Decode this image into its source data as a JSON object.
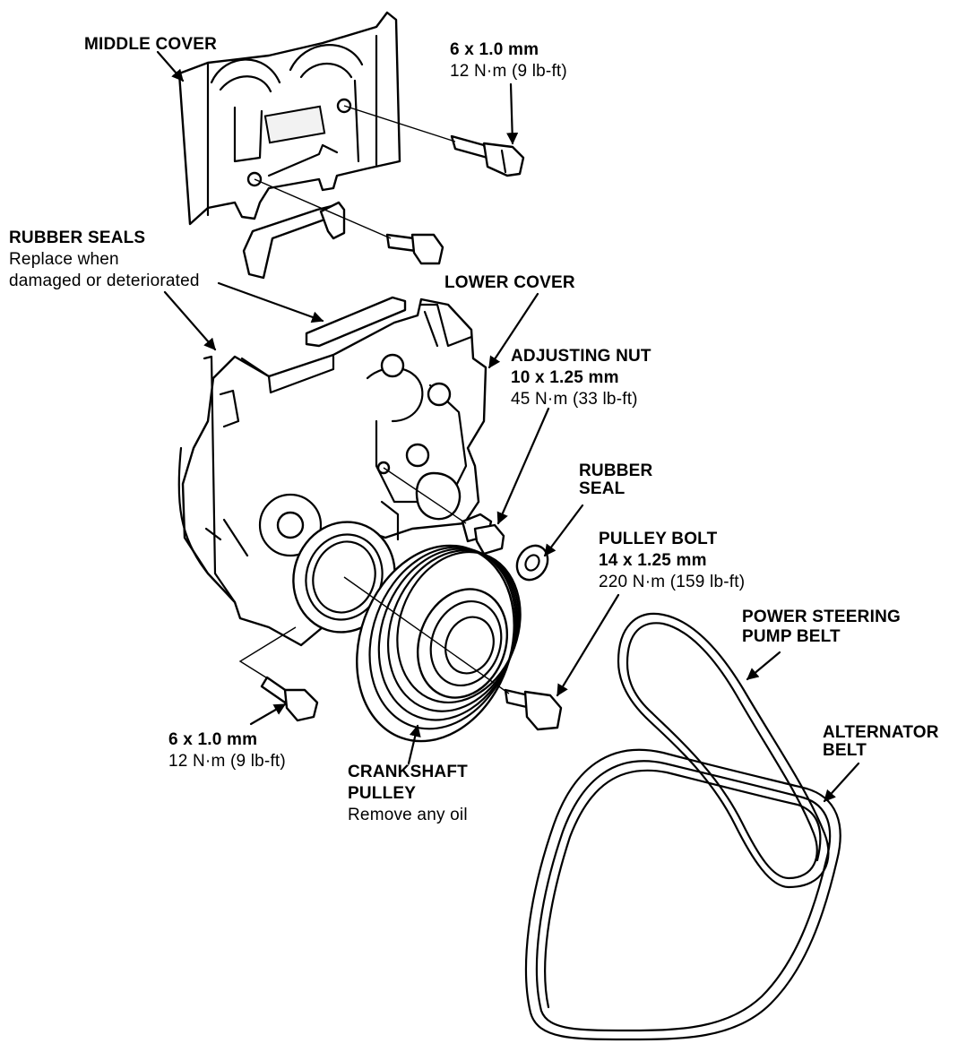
{
  "labels": {
    "middle_cover": "MIDDLE COVER",
    "top_bolt": {
      "size": "6 x 1.0 mm",
      "torque": "12 N·m (9 lb-ft)"
    },
    "rubber_seals": {
      "title": "RUBBER SEALS",
      "note1": "Replace when",
      "note2": "damaged or deteriorated"
    },
    "lower_cover": "LOWER COVER",
    "adjusting_nut": {
      "title": "ADJUSTING NUT",
      "size": "10 x 1.25 mm",
      "torque": "45 N·m (33 lb-ft)"
    },
    "rubber_seal": {
      "line1": "RUBBER",
      "line2": "SEAL"
    },
    "pulley_bolt": {
      "title": "PULLEY BOLT",
      "size": "14 x 1.25 mm",
      "torque": "220 N·m (159 lb-ft)"
    },
    "ps_belt": {
      "line1": "POWER STEERING",
      "line2": "PUMP BELT"
    },
    "alternator_belt": {
      "line1": "ALTERNATOR",
      "line2": "BELT"
    },
    "bottom_bolt": {
      "size": "6 x 1.0 mm",
      "torque": "12 N·m (9 lb-ft)"
    },
    "crankshaft_pulley": {
      "line1": "CRANKSHAFT",
      "line2": "PULLEY",
      "note": "Remove any oil"
    }
  }
}
